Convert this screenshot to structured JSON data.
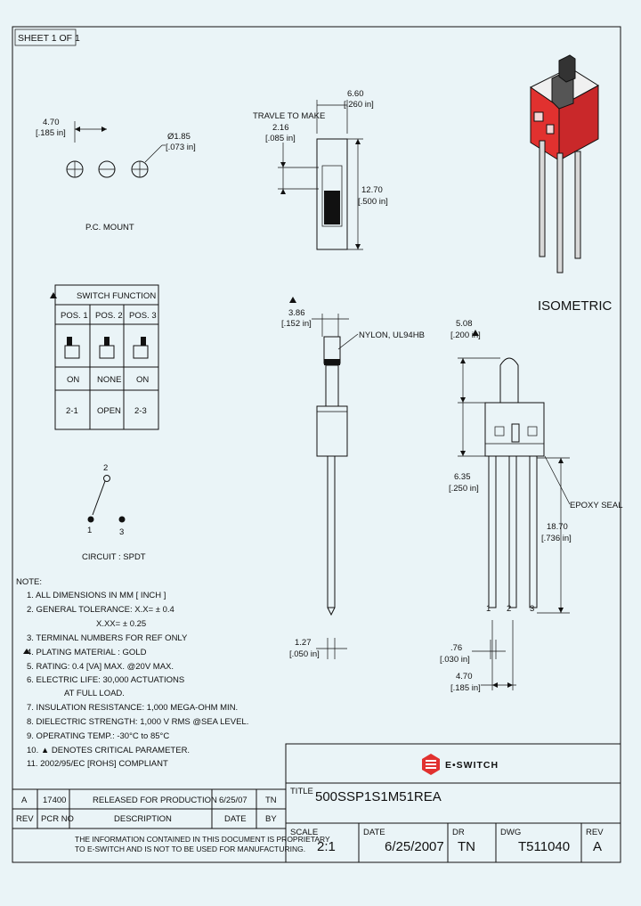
{
  "sheet": {
    "label": "SHEET 1 OF 1"
  },
  "pcb": {
    "dim_pitch": "4.70",
    "dim_pitch_in": "[.185 in]",
    "dim_hole": "Ø1.85",
    "dim_hole_in": "[.073 in]",
    "label": "P.C. MOUNT"
  },
  "top_view": {
    "travel_label": "TRAVLE TO MAKE",
    "travel": "2.16",
    "travel_in": "[.085 in]",
    "width": "6.60",
    "width_in": "[.260 in]",
    "length": "12.70",
    "length_in": "[.500 in]"
  },
  "isometric": {
    "label": "ISOMETRIC",
    "color": "#e1312f"
  },
  "switch_function": {
    "title": "SWITCH FUNCTION",
    "headers": [
      "POS. 1",
      "POS. 2",
      "POS. 3"
    ],
    "states": [
      "ON",
      "NONE",
      "ON"
    ],
    "connections": [
      "2-1",
      "OPEN",
      "2-3"
    ]
  },
  "side_view": {
    "dim_actuator": "3.86",
    "dim_actuator_in": "[.152 in]",
    "material": "NYLON, UL94HB",
    "pin_dim": "1.27",
    "pin_dim_in": "[.050 in]"
  },
  "front_view": {
    "dim_top": "5.08",
    "dim_top_in": "[.200 in]",
    "dim_mid": "6.35",
    "dim_mid_in": "[.250 in]",
    "seal": "EPOXY SEAL",
    "dim_pin_len": "18.70",
    "dim_pin_len_in": "[.736 in]",
    "pin_labels": [
      "1",
      "2",
      "3"
    ],
    "dim_pin_w": ".76",
    "dim_pin_w_in": "[.030 in]",
    "dim_pitch": "4.70",
    "dim_pitch_in": "[.185 in]"
  },
  "circuit": {
    "label": "CIRCUIT : SPDT",
    "n2": "2",
    "n1": "1",
    "n3": "3"
  },
  "notes": {
    "title": "NOTE:",
    "lines": [
      "1. ALL DIMENSIONS IN MM [ INCH ]",
      "2. GENERAL TOLERANCE: X.X= ± 0.4",
      "X.XX= ± 0.25",
      "3. TERMINAL NUMBERS FOR REF ONLY",
      "4. PLATING MATERIAL : GOLD",
      "5. RATING: 0.4 [VA] MAX. @20V MAX.",
      "6. ELECTRIC LIFE: 30,000 ACTUATIONS",
      "AT FULL LOAD.",
      "7. INSULATION RESISTANCE: 1,000 MEGA-OHM MIN.",
      "8. DIELECTRIC STRENGTH: 1,000 V RMS @SEA LEVEL.",
      "9. OPERATING TEMP.: -30°C to 85°C",
      "10. ▲ DENOTES CRITICAL PARAMETER.",
      "11. 2002/95/EC [ROHS] COMPLIANT"
    ]
  },
  "brand": {
    "logo_text": "E•SWITCH",
    "color": "#e1312f"
  },
  "revision_table": {
    "row": {
      "rev": "A",
      "pcr": "17400",
      "description": "RELEASED FOR PRODUCTION",
      "date": "6/25/07",
      "by": "TN"
    },
    "headers": {
      "rev": "REV",
      "pcr": "PCR NO",
      "description": "DESCRIPTION",
      "date": "DATE",
      "by": "BY"
    },
    "disclaimer_1": "THE INFORMATION CONTAINED IN THIS DOCUMENT IS PROPRIETARY",
    "disclaimer_2": "TO E-SWITCH AND IS NOT TO BE USED FOR MANUFACTURING."
  },
  "title_block": {
    "title_label": "TITLE",
    "title": "500SSP1S1M51REA",
    "scale_label": "SCALE",
    "scale": "2:1",
    "date_label": "DATE",
    "date": "6/25/2007",
    "dr_label": "DR",
    "dr": "TN",
    "dwg_label": "DWG",
    "dwg": "T511040",
    "rev_label": "REV",
    "rev": "A"
  }
}
